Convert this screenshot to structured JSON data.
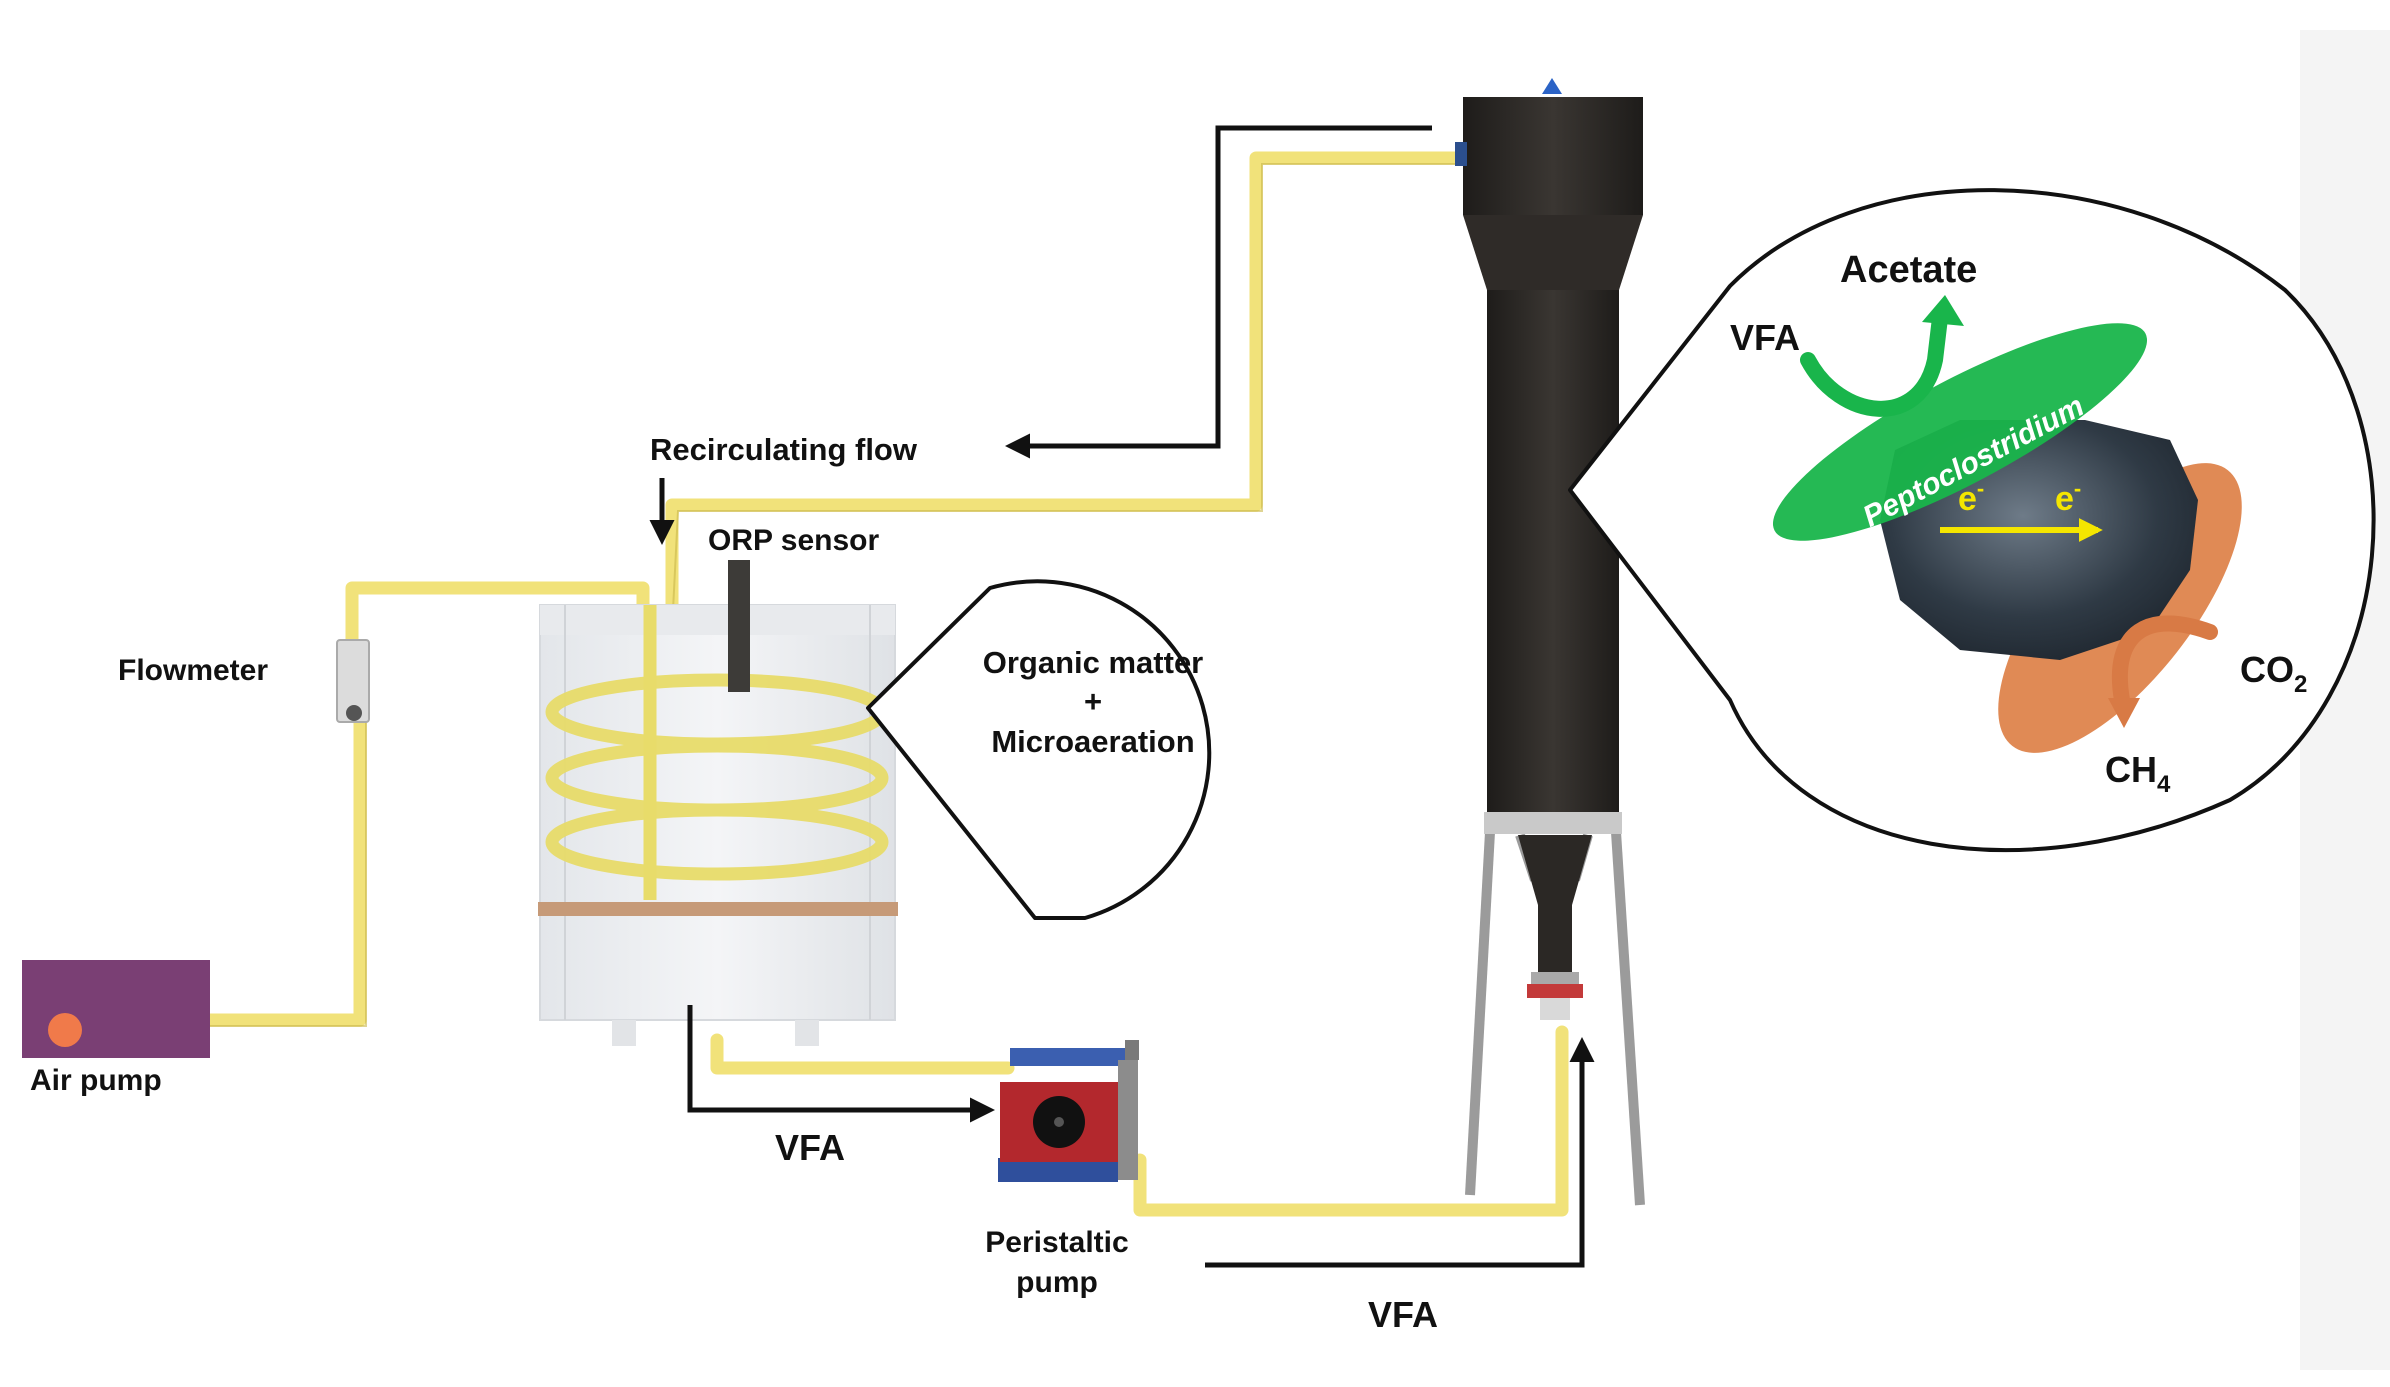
{
  "labels": {
    "recirculating_flow": "Recirculating flow",
    "orp_sensor": "ORP sensor",
    "flowmeter": "Flowmeter",
    "air_pump": "Air pump",
    "vfa_left": "VFA",
    "peristaltic_line1": "Peristaltic",
    "peristaltic_line2": "pump",
    "vfa_bottom": "VFA",
    "bubble_line1": "Organic matter",
    "bubble_line2": "+",
    "bubble_line3": "Microaeration"
  },
  "inset": {
    "acetate": "Acetate",
    "vfa": "VFA",
    "peptoclostridium": "Peptoclostridium",
    "e1": "e",
    "e1_sup": "-",
    "e2": "e",
    "e2_sup": "-",
    "co2_main": "CO",
    "co2_sub": "2",
    "ch4_main": "CH",
    "ch4_sub": "4"
  },
  "colors": {
    "tube": "#f1e27a",
    "tube_edge": "#c9b84a",
    "green": "#19b54b",
    "orange": "#e08a55",
    "column": "#2a2724",
    "air_pump": "#7a3f74",
    "pump_red": "#b3282d",
    "pump_blue": "#2f4f9c",
    "arrow_yellow": "#f5e600"
  }
}
